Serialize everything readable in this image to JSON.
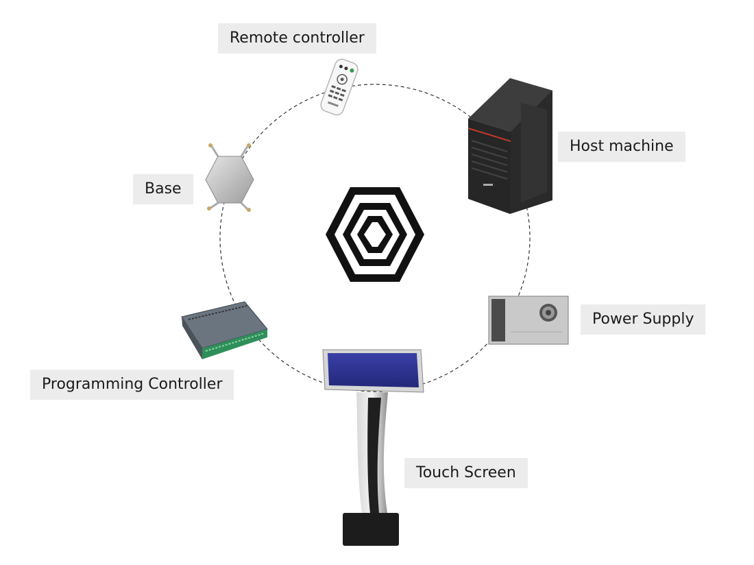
{
  "components": {
    "remote_controller": {
      "label": "Remote controller",
      "icon": "remote-control-icon"
    },
    "host_machine": {
      "label": "Host machine",
      "icon": "pc-tower-icon"
    },
    "base": {
      "label": "Base",
      "icon": "hexagon-plate-icon"
    },
    "power_supply": {
      "label": "Power Supply",
      "icon": "power-supply-unit-icon"
    },
    "programming_controller": {
      "label": "Programming Controller",
      "icon": "plc-module-icon"
    },
    "touch_screen": {
      "label": "Touch Screen",
      "icon": "touch-kiosk-icon"
    }
  },
  "center": {
    "icon": "concentric-hexagon-logo-icon"
  },
  "colors": {
    "label_bg": "#ececec",
    "text": "#1a1a1a",
    "ring": "#333333",
    "screen": "#2a2f8f",
    "accent_red": "#c0392b",
    "terminal_green": "#3fa566"
  }
}
